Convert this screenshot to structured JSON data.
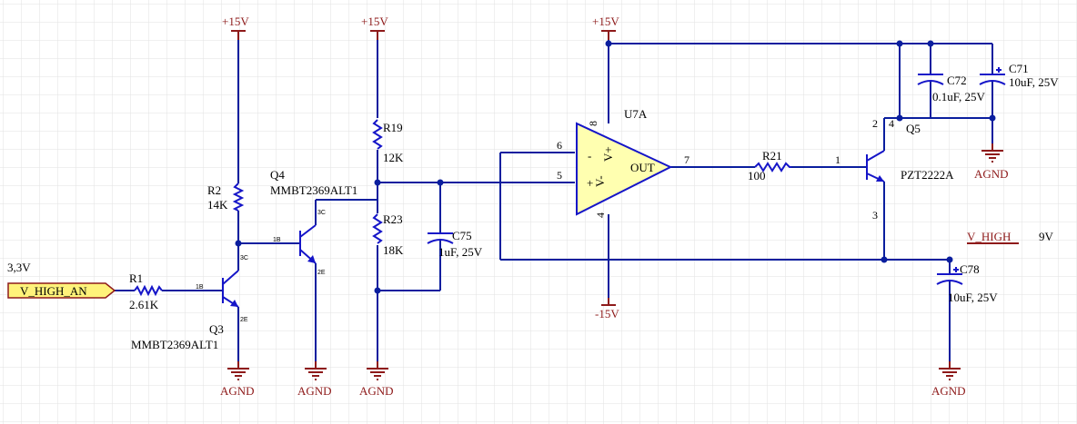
{
  "colors": {
    "background": "#FFFFFF",
    "grid": "#E2E2E2",
    "wire": "#0A1E9E",
    "component": "#1515C8",
    "power": "#8E1A1A",
    "opamp_fill": "#FFFFB0",
    "port_fill": "#FFF27A"
  },
  "icons": [
    "resistor-icon",
    "npn-transistor-icon",
    "op-amp-icon",
    "capacitor-icon",
    "polarized-capacitor-icon",
    "ground-icon",
    "power-port-icon",
    "port-icon"
  ],
  "power": {
    "pos15": "+15V",
    "neg15": "-15V",
    "gnd": "AGND"
  },
  "input": {
    "voltage_label": "3,3V",
    "port_name": "V_HIGH_AN"
  },
  "output": {
    "net_name": "V_HIGH",
    "voltage_label": "9V"
  },
  "components": {
    "r1": {
      "ref": "R1",
      "value": "2.61K"
    },
    "r2": {
      "ref": "R2",
      "value": "14K"
    },
    "r19": {
      "ref": "R19",
      "value": "12K"
    },
    "r23": {
      "ref": "R23",
      "value": "18K"
    },
    "r21": {
      "ref": "R21",
      "value": "100"
    },
    "c75": {
      "ref": "C75",
      "value": "1uF, 25V"
    },
    "c72": {
      "ref": "C72",
      "value": "0.1uF, 25V"
    },
    "c71": {
      "ref": "C71",
      "value": "10uF, 25V"
    },
    "c78": {
      "ref": "C78",
      "value": "10uF, 25V"
    },
    "q3": {
      "ref": "Q3",
      "part": "MMBT2369ALT1",
      "pin_b": "1B",
      "pin_c": "3C",
      "pin_e": "2E"
    },
    "q4": {
      "ref": "Q4",
      "part": "MMBT2369ALT1",
      "pin_b": "1B",
      "pin_c": "3C",
      "pin_e": "2E"
    },
    "q5": {
      "ref": "Q5",
      "part": "PZT2222A",
      "pin_b": "1",
      "pin_c_a": "2",
      "pin_c_b": "4",
      "pin_e": "3"
    },
    "u7a": {
      "ref": "U7A",
      "pin_inv": "6",
      "pin_noninv": "5",
      "pin_out": "7",
      "pin_vpos": "8",
      "pin_vneg": "4",
      "label_inv": "-",
      "label_noninv": "+",
      "label_vneg": "V-",
      "label_vpos": "V+",
      "label_out": "OUT"
    }
  }
}
